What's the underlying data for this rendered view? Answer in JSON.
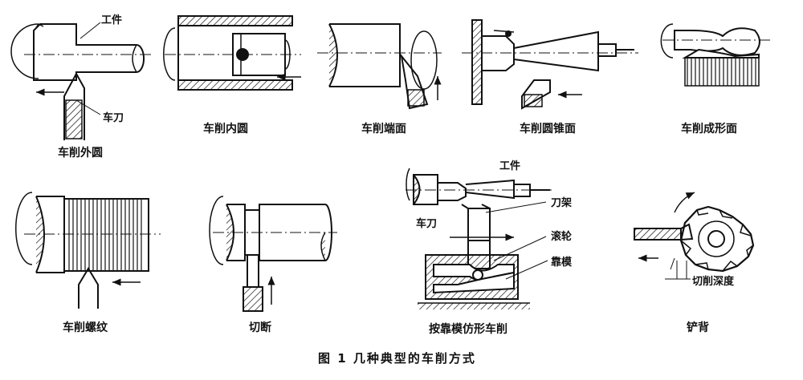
{
  "figure": {
    "caption": "图 1   几种典型的车削方式",
    "panels": [
      {
        "id": "outer",
        "label": "车削外圆",
        "annotations": [
          "工件",
          "车刀"
        ]
      },
      {
        "id": "inner",
        "label": "车削内圆"
      },
      {
        "id": "face",
        "label": "车削端面"
      },
      {
        "id": "cone",
        "label": "车削圆锥面"
      },
      {
        "id": "forming",
        "label": "车削成形面"
      },
      {
        "id": "thread",
        "label": "车削螺纹"
      },
      {
        "id": "cutoff",
        "label": "切断"
      },
      {
        "id": "copy",
        "label": "按靠模仿形车削",
        "annotations": [
          "工件",
          "刀架",
          "车刀",
          "滚轮",
          "靠模"
        ]
      },
      {
        "id": "relief",
        "label": "铲背",
        "annotations": [
          "切削深度"
        ]
      }
    ]
  },
  "colors": {
    "ink": "#111111",
    "background": "#ffffff"
  }
}
